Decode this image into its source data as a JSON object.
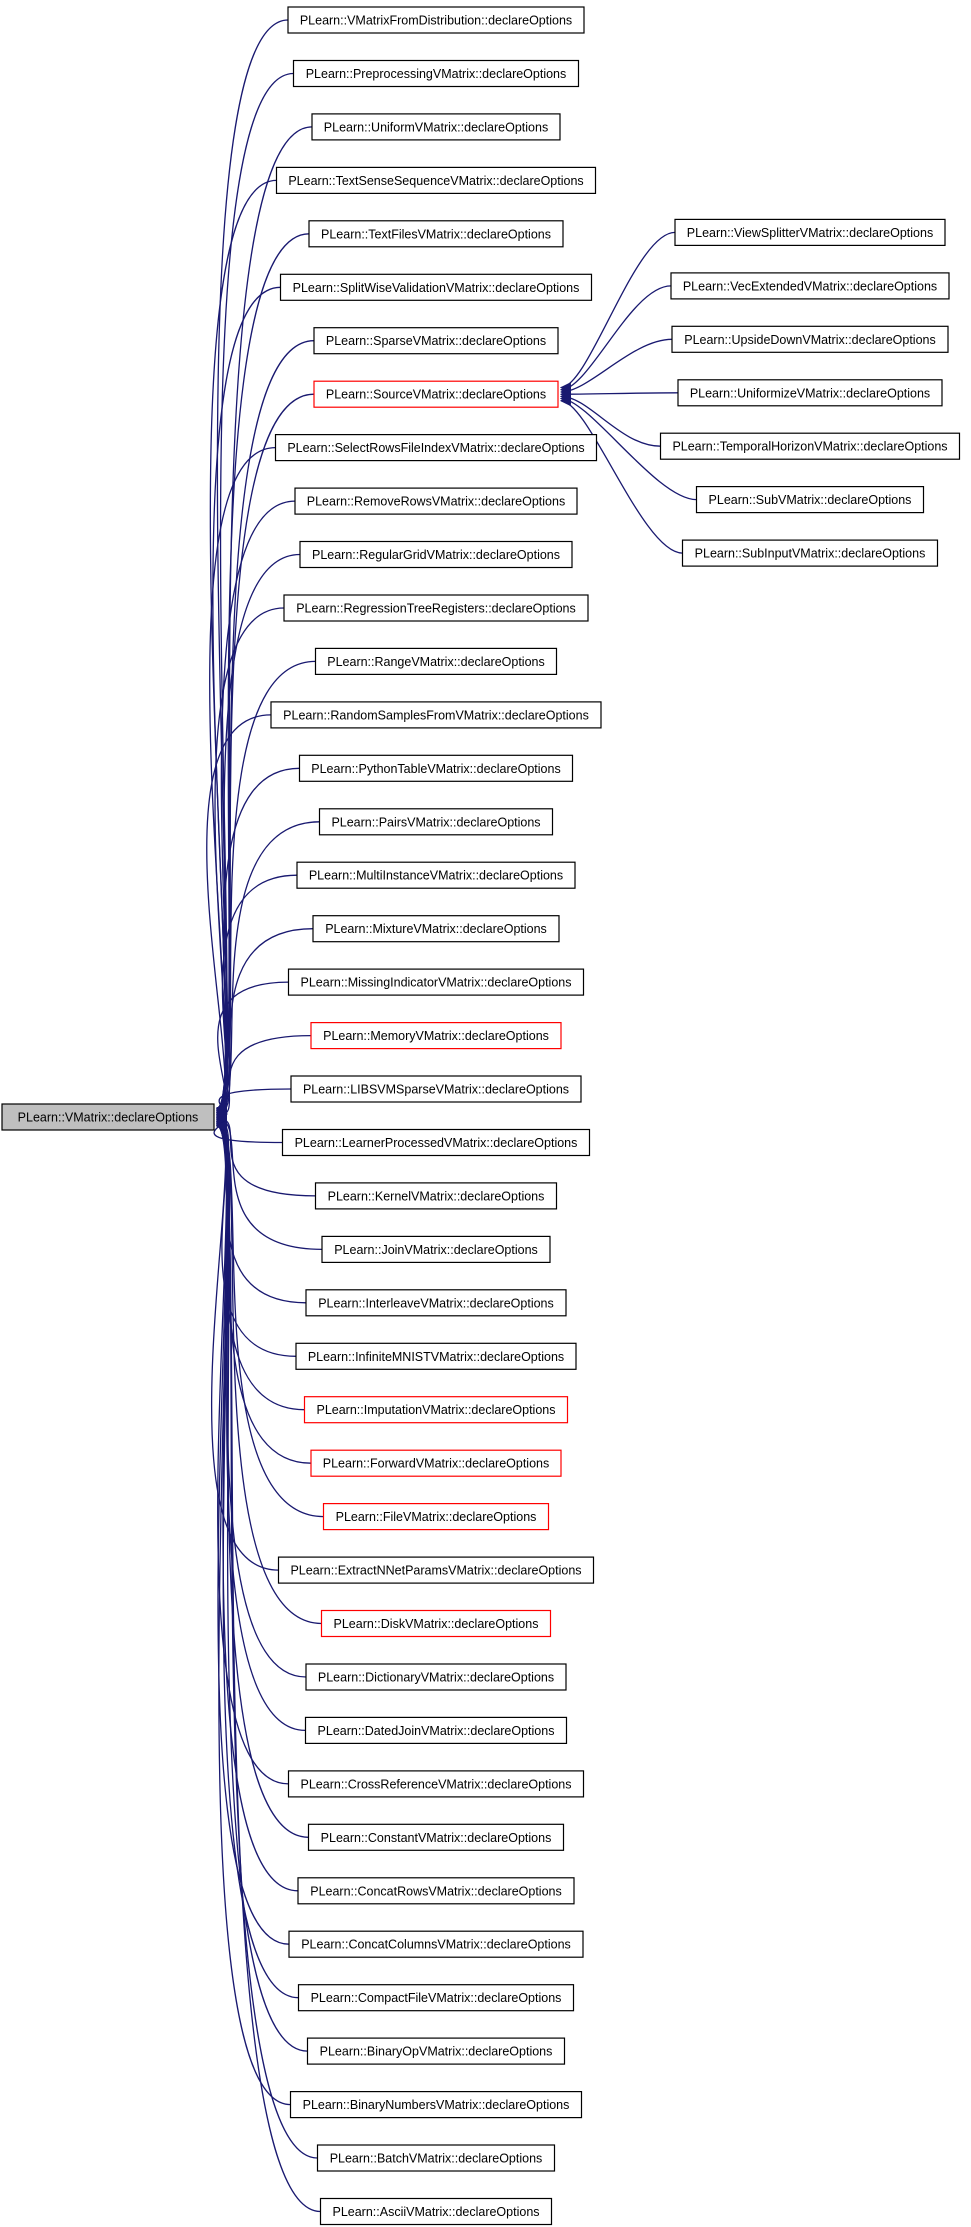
{
  "colors": {
    "edge": "#191970",
    "arrow": "#191970",
    "box_border": "#000000",
    "box_border_truncated": "#ff0000",
    "root_fill": "#bfbfbf",
    "box_fill": "#ffffff"
  },
  "root": {
    "label": "PLearn::VMatrix::declareOptions"
  },
  "children": [
    {
      "label": "PLearn::VMatrixFromDistribution::declareOptions",
      "truncated": false
    },
    {
      "label": "PLearn::PreprocessingVMatrix::declareOptions",
      "truncated": false
    },
    {
      "label": "PLearn::UniformVMatrix::declareOptions",
      "truncated": false
    },
    {
      "label": "PLearn::TextSenseSequenceVMatrix::declareOptions",
      "truncated": false
    },
    {
      "label": "PLearn::TextFilesVMatrix::declareOptions",
      "truncated": false
    },
    {
      "label": "PLearn::SplitWiseValidationVMatrix::declareOptions",
      "truncated": false
    },
    {
      "label": "PLearn::SparseVMatrix::declareOptions",
      "truncated": false
    },
    {
      "label": "PLearn::SourceVMatrix::declareOptions",
      "truncated": true
    },
    {
      "label": "PLearn::SelectRowsFileIndexVMatrix::declareOptions",
      "truncated": false
    },
    {
      "label": "PLearn::RemoveRowsVMatrix::declareOptions",
      "truncated": false
    },
    {
      "label": "PLearn::RegularGridVMatrix::declareOptions",
      "truncated": false
    },
    {
      "label": "PLearn::RegressionTreeRegisters::declareOptions",
      "truncated": false
    },
    {
      "label": "PLearn::RangeVMatrix::declareOptions",
      "truncated": false
    },
    {
      "label": "PLearn::RandomSamplesFromVMatrix::declareOptions",
      "truncated": false
    },
    {
      "label": "PLearn::PythonTableVMatrix::declareOptions",
      "truncated": false
    },
    {
      "label": "PLearn::PairsVMatrix::declareOptions",
      "truncated": false
    },
    {
      "label": "PLearn::MultiInstanceVMatrix::declareOptions",
      "truncated": false
    },
    {
      "label": "PLearn::MixtureVMatrix::declareOptions",
      "truncated": false
    },
    {
      "label": "PLearn::MissingIndicatorVMatrix::declareOptions",
      "truncated": false
    },
    {
      "label": "PLearn::MemoryVMatrix::declareOptions",
      "truncated": true
    },
    {
      "label": "PLearn::LIBSVMSparseVMatrix::declareOptions",
      "truncated": false
    },
    {
      "label": "PLearn::LearnerProcessedVMatrix::declareOptions",
      "truncated": false
    },
    {
      "label": "PLearn::KernelVMatrix::declareOptions",
      "truncated": false
    },
    {
      "label": "PLearn::JoinVMatrix::declareOptions",
      "truncated": false
    },
    {
      "label": "PLearn::InterleaveVMatrix::declareOptions",
      "truncated": false
    },
    {
      "label": "PLearn::InfiniteMNISTVMatrix::declareOptions",
      "truncated": false
    },
    {
      "label": "PLearn::ImputationVMatrix::declareOptions",
      "truncated": true
    },
    {
      "label": "PLearn::ForwardVMatrix::declareOptions",
      "truncated": true
    },
    {
      "label": "PLearn::FileVMatrix::declareOptions",
      "truncated": true
    },
    {
      "label": "PLearn::ExtractNNetParamsVMatrix::declareOptions",
      "truncated": false
    },
    {
      "label": "PLearn::DiskVMatrix::declareOptions",
      "truncated": true
    },
    {
      "label": "PLearn::DictionaryVMatrix::declareOptions",
      "truncated": false
    },
    {
      "label": "PLearn::DatedJoinVMatrix::declareOptions",
      "truncated": false
    },
    {
      "label": "PLearn::CrossReferenceVMatrix::declareOptions",
      "truncated": false
    },
    {
      "label": "PLearn::ConstantVMatrix::declareOptions",
      "truncated": false
    },
    {
      "label": "PLearn::ConcatRowsVMatrix::declareOptions",
      "truncated": false
    },
    {
      "label": "PLearn::ConcatColumnsVMatrix::declareOptions",
      "truncated": false
    },
    {
      "label": "PLearn::CompactFileVMatrix::declareOptions",
      "truncated": false
    },
    {
      "label": "PLearn::BinaryOpVMatrix::declareOptions",
      "truncated": false
    },
    {
      "label": "PLearn::BinaryNumbersVMatrix::declareOptions",
      "truncated": false
    },
    {
      "label": "PLearn::BatchVMatrix::declareOptions",
      "truncated": false
    },
    {
      "label": "PLearn::AsciiVMatrix::declareOptions",
      "truncated": false
    }
  ],
  "source_children": [
    {
      "label": "PLearn::ViewSplitterVMatrix::declareOptions"
    },
    {
      "label": "PLearn::VecExtendedVMatrix::declareOptions"
    },
    {
      "label": "PLearn::UpsideDownVMatrix::declareOptions"
    },
    {
      "label": "PLearn::UniformizeVMatrix::declareOptions"
    },
    {
      "label": "PLearn::TemporalHorizonVMatrix::declareOptions"
    },
    {
      "label": "PLearn::SubVMatrix::declareOptions"
    },
    {
      "label": "PLearn::SubInputVMatrix::declareOptions"
    }
  ]
}
